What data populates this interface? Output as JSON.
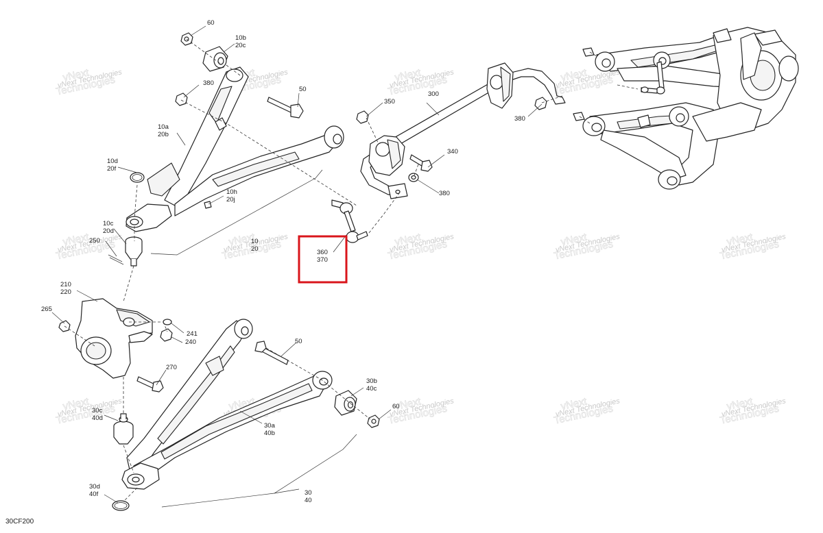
{
  "diagram": {
    "code": "30CF200",
    "highlight_callout": "360 / 370",
    "watermark": {
      "line1": "vNext Technologies",
      "line2": "vNext",
      "line3": "Technologies"
    },
    "callouts": [
      {
        "id": "c60",
        "lines": [
          "60"
        ]
      },
      {
        "id": "c10b20c",
        "lines": [
          "10b",
          "20c"
        ]
      },
      {
        "id": "c380a",
        "lines": [
          "380"
        ]
      },
      {
        "id": "c50a",
        "lines": [
          "50"
        ]
      },
      {
        "id": "c10a20b",
        "lines": [
          "10a",
          "20b"
        ]
      },
      {
        "id": "c10d20f",
        "lines": [
          "10d",
          "20f"
        ]
      },
      {
        "id": "c10h20j",
        "lines": [
          "10h",
          "20j"
        ]
      },
      {
        "id": "c10c20d",
        "lines": [
          "10c",
          "20d"
        ]
      },
      {
        "id": "c250",
        "lines": [
          "250"
        ]
      },
      {
        "id": "c1020",
        "lines": [
          "10",
          "20"
        ]
      },
      {
        "id": "c360370",
        "lines": [
          "360",
          "370"
        ]
      },
      {
        "id": "c350",
        "lines": [
          "350"
        ]
      },
      {
        "id": "c300",
        "lines": [
          "300"
        ]
      },
      {
        "id": "c380b",
        "lines": [
          "380"
        ]
      },
      {
        "id": "c340",
        "lines": [
          "340"
        ]
      },
      {
        "id": "c380c",
        "lines": [
          "380"
        ]
      },
      {
        "id": "c210220",
        "lines": [
          "210",
          "220"
        ]
      },
      {
        "id": "c265",
        "lines": [
          "265"
        ]
      },
      {
        "id": "c241",
        "lines": [
          "241"
        ]
      },
      {
        "id": "c240",
        "lines": [
          "240"
        ]
      },
      {
        "id": "c50b",
        "lines": [
          "50"
        ]
      },
      {
        "id": "c270",
        "lines": [
          "270"
        ]
      },
      {
        "id": "c30b40c",
        "lines": [
          "30b",
          "40c"
        ]
      },
      {
        "id": "c60b",
        "lines": [
          "60"
        ]
      },
      {
        "id": "c30c40d",
        "lines": [
          "30c",
          "40d"
        ]
      },
      {
        "id": "c30a40b",
        "lines": [
          "30a",
          "40b"
        ]
      },
      {
        "id": "c30d40f",
        "lines": [
          "30d",
          "40f"
        ]
      },
      {
        "id": "c3040",
        "lines": [
          "30",
          "40"
        ]
      }
    ]
  }
}
